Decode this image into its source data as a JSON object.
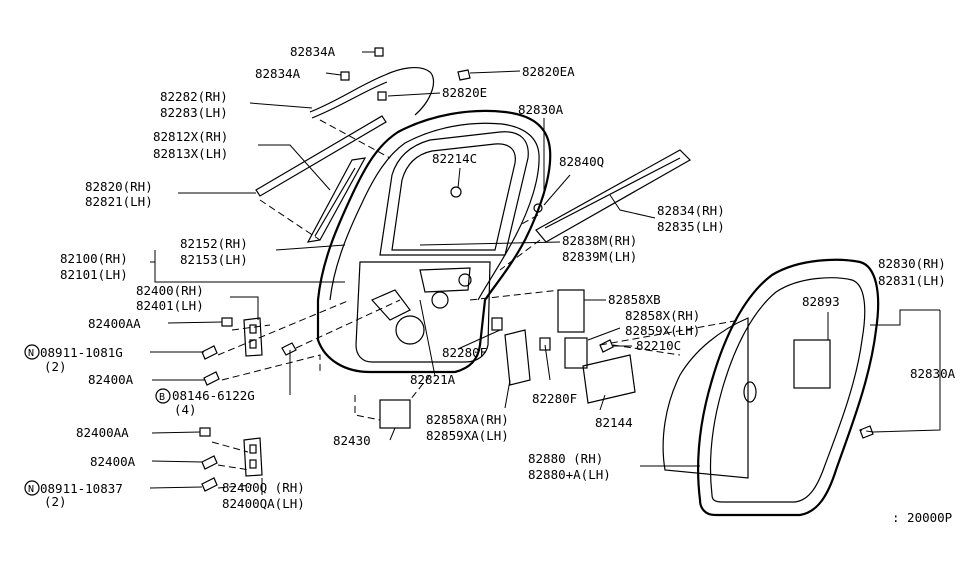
{
  "labels": {
    "p82834A_top": "82834A",
    "p82834A_mid": "82834A",
    "p82820EA": "82820EA",
    "p82282": "82282(RH)",
    "p82283": "82283(LH)",
    "p82820E": "82820E",
    "p82830A_top": "82830A",
    "p82812X": "82812X(RH)",
    "p82813X": "82813X(LH)",
    "p82214C": "82214C",
    "p82840Q": "82840Q",
    "p82820": "82820(RH)",
    "p82821": "82821(LH)",
    "p82834RH": "82834(RH)",
    "p82835LH": "82835(LH)",
    "p82152": "82152(RH)",
    "p82153": "82153(LH)",
    "p82838M": "82838M(RH)",
    "p82839M": "82839M(LH)",
    "p82100": "82100(RH)",
    "p82101": "82101(LH)",
    "p82830RH": "82830(RH)",
    "p82831LH": "82831(LH)",
    "p82400RH": "82400(RH)",
    "p82401LH": "82401(LH)",
    "p82858XB": "82858XB",
    "p82893": "82893",
    "p82858XRH": "82858X(RH)",
    "p82859XLH": "82859X(LH)",
    "p82400AA_top": "82400AA",
    "p08911_1081G": "08911-1081G",
    "p08911_1081G_qty": "(2)",
    "p82280F_top": "82280F",
    "p82210C": "82210C",
    "p82830A_right": "82830A",
    "p82400A_top": "82400A",
    "p82821A": "82821A",
    "p08146": "08146-6122G",
    "p08146_qty": "(4)",
    "p82280F_bot": "82280F",
    "p82858XARH": "82858XA(RH)",
    "p82859XALH": "82859XA(LH)",
    "p82144": "82144",
    "p82400AA_bot": "82400AA",
    "p82430": "82430",
    "p82400A_bot": "82400A",
    "p82880RH": "82880  (RH)",
    "p82880LH": "82880+A(LH)",
    "p08911_10837": "08911-10837",
    "p08911_10837_qty": "(2)",
    "p82400Q": "82400Q  (RH)",
    "p82400QA": "82400QA(LH)",
    "ref": ": 20000P"
  },
  "markers": {
    "n": "N",
    "b": "B"
  }
}
